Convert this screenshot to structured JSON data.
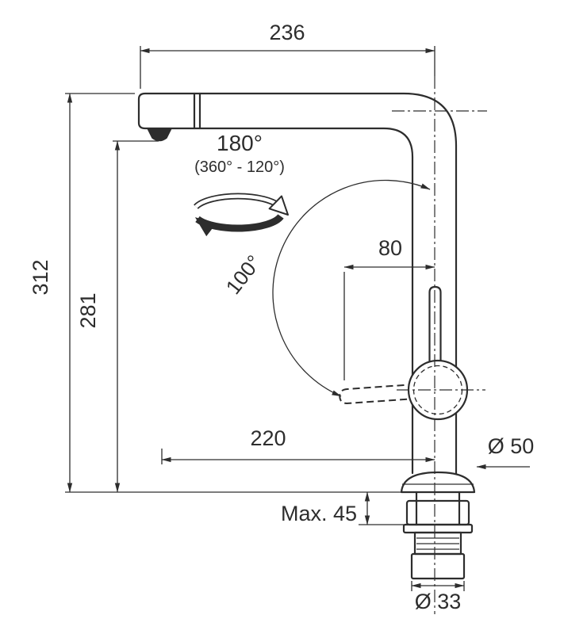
{
  "diagram": {
    "colors": {
      "ink": "#2d2d2d",
      "background": "#ffffff"
    },
    "labels": {
      "spout_width": "236",
      "total_height": "312",
      "outlet_height": "281",
      "swivel_angle": "180°",
      "swivel_range": "(360° - 120°)",
      "handle_arc": "100°",
      "handle_length": "80",
      "spout_reach": "220",
      "base_diameter": "Ø 50",
      "max_counter_thickness": "Max. 45",
      "shank_diameter": "Ø 33"
    }
  }
}
